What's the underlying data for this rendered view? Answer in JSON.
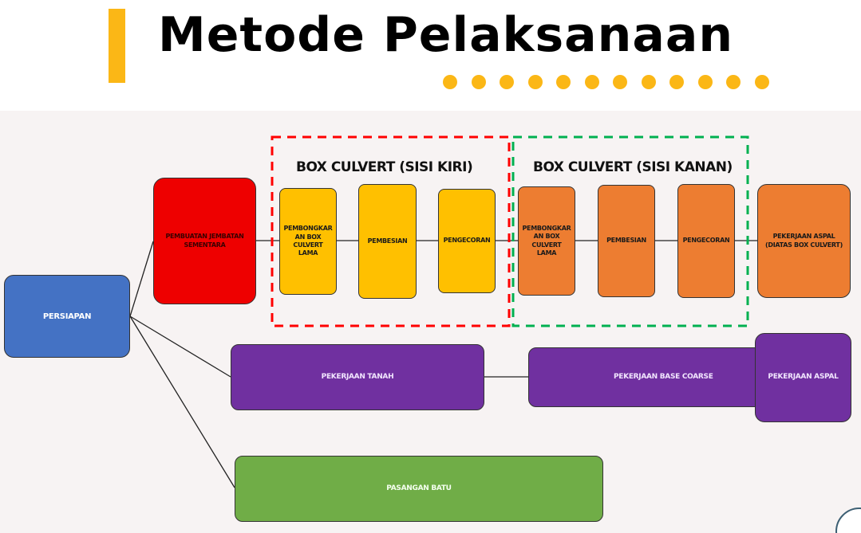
{
  "header": {
    "title": "Metode Pelaksanaan",
    "accent_color": "#fbb716",
    "dot_count": 12
  },
  "diagram": {
    "background_color": "#f7f3f3",
    "groups": [
      {
        "id": "kiri",
        "title": "BOX CULVERT (SISI KIRI)",
        "border_color": "#ff0000",
        "border_style": "dashed"
      },
      {
        "id": "kanan",
        "title": "BOX CULVERT (SISI KANAN)",
        "border_color": "#00b050",
        "border_style": "dashed"
      }
    ],
    "nodes": {
      "persiapan": {
        "label": "PERSIAPAN",
        "fill": "#4472c4",
        "text_color": "#ffffff"
      },
      "jembatan": {
        "label": "PEMBUATAN JEMBATAN SEMENTARA",
        "fill": "#ee0000",
        "text_color": "#3a0000"
      },
      "kiri_bongkar": {
        "label": "PEMBONGKAR AN BOX CULVERT LAMA",
        "fill": "#ffc000",
        "text_color": "#1a1a1a"
      },
      "kiri_besi": {
        "label": "PEMBESIAN",
        "fill": "#ffc000",
        "text_color": "#1a1a1a"
      },
      "kiri_cor": {
        "label": "PENGECORAN",
        "fill": "#ffc000",
        "text_color": "#1a1a1a"
      },
      "kanan_bongkar": {
        "label": "PEMBONGKAR AN BOX CULVERT LAMA",
        "fill": "#ed7d31",
        "text_color": "#1a1a1a"
      },
      "kanan_besi": {
        "label": "PEMBESIAN",
        "fill": "#ed7d31",
        "text_color": "#1a1a1a"
      },
      "kanan_cor": {
        "label": "PENGECORAN",
        "fill": "#ed7d31",
        "text_color": "#1a1a1a"
      },
      "aspal_box": {
        "label": "PEKERJAAN ASPAL (DIATAS BOX CULVERT)",
        "fill": "#ed7d31",
        "text_color": "#1a1a1a"
      },
      "tanah": {
        "label": "PEKERJAAN TANAH",
        "fill": "#7030a0",
        "text_color": "#f2e6ff"
      },
      "base_coarse": {
        "label": "PEKERJAAN BASE COARSE",
        "fill": "#7030a0",
        "text_color": "#f2e6ff"
      },
      "aspal": {
        "label": "PEKERJAAN ASPAL",
        "fill": "#7030a0",
        "text_color": "#f2e6ff"
      },
      "batu": {
        "label": "PASANGAN BATU",
        "fill": "#70ad47",
        "text_color": "#f5fff0"
      }
    },
    "edges": [
      [
        "persiapan",
        "jembatan"
      ],
      [
        "persiapan",
        "tanah"
      ],
      [
        "persiapan",
        "batu"
      ],
      [
        "jembatan",
        "kiri_bongkar"
      ],
      [
        "kiri_bongkar",
        "kiri_besi"
      ],
      [
        "kiri_besi",
        "kiri_cor"
      ],
      [
        "kiri_cor",
        "kanan_bongkar"
      ],
      [
        "kanan_bongkar",
        "kanan_besi"
      ],
      [
        "kanan_besi",
        "kanan_cor"
      ],
      [
        "kanan_cor",
        "aspal_box"
      ],
      [
        "tanah",
        "base_coarse"
      ],
      [
        "base_coarse",
        "aspal"
      ]
    ]
  }
}
